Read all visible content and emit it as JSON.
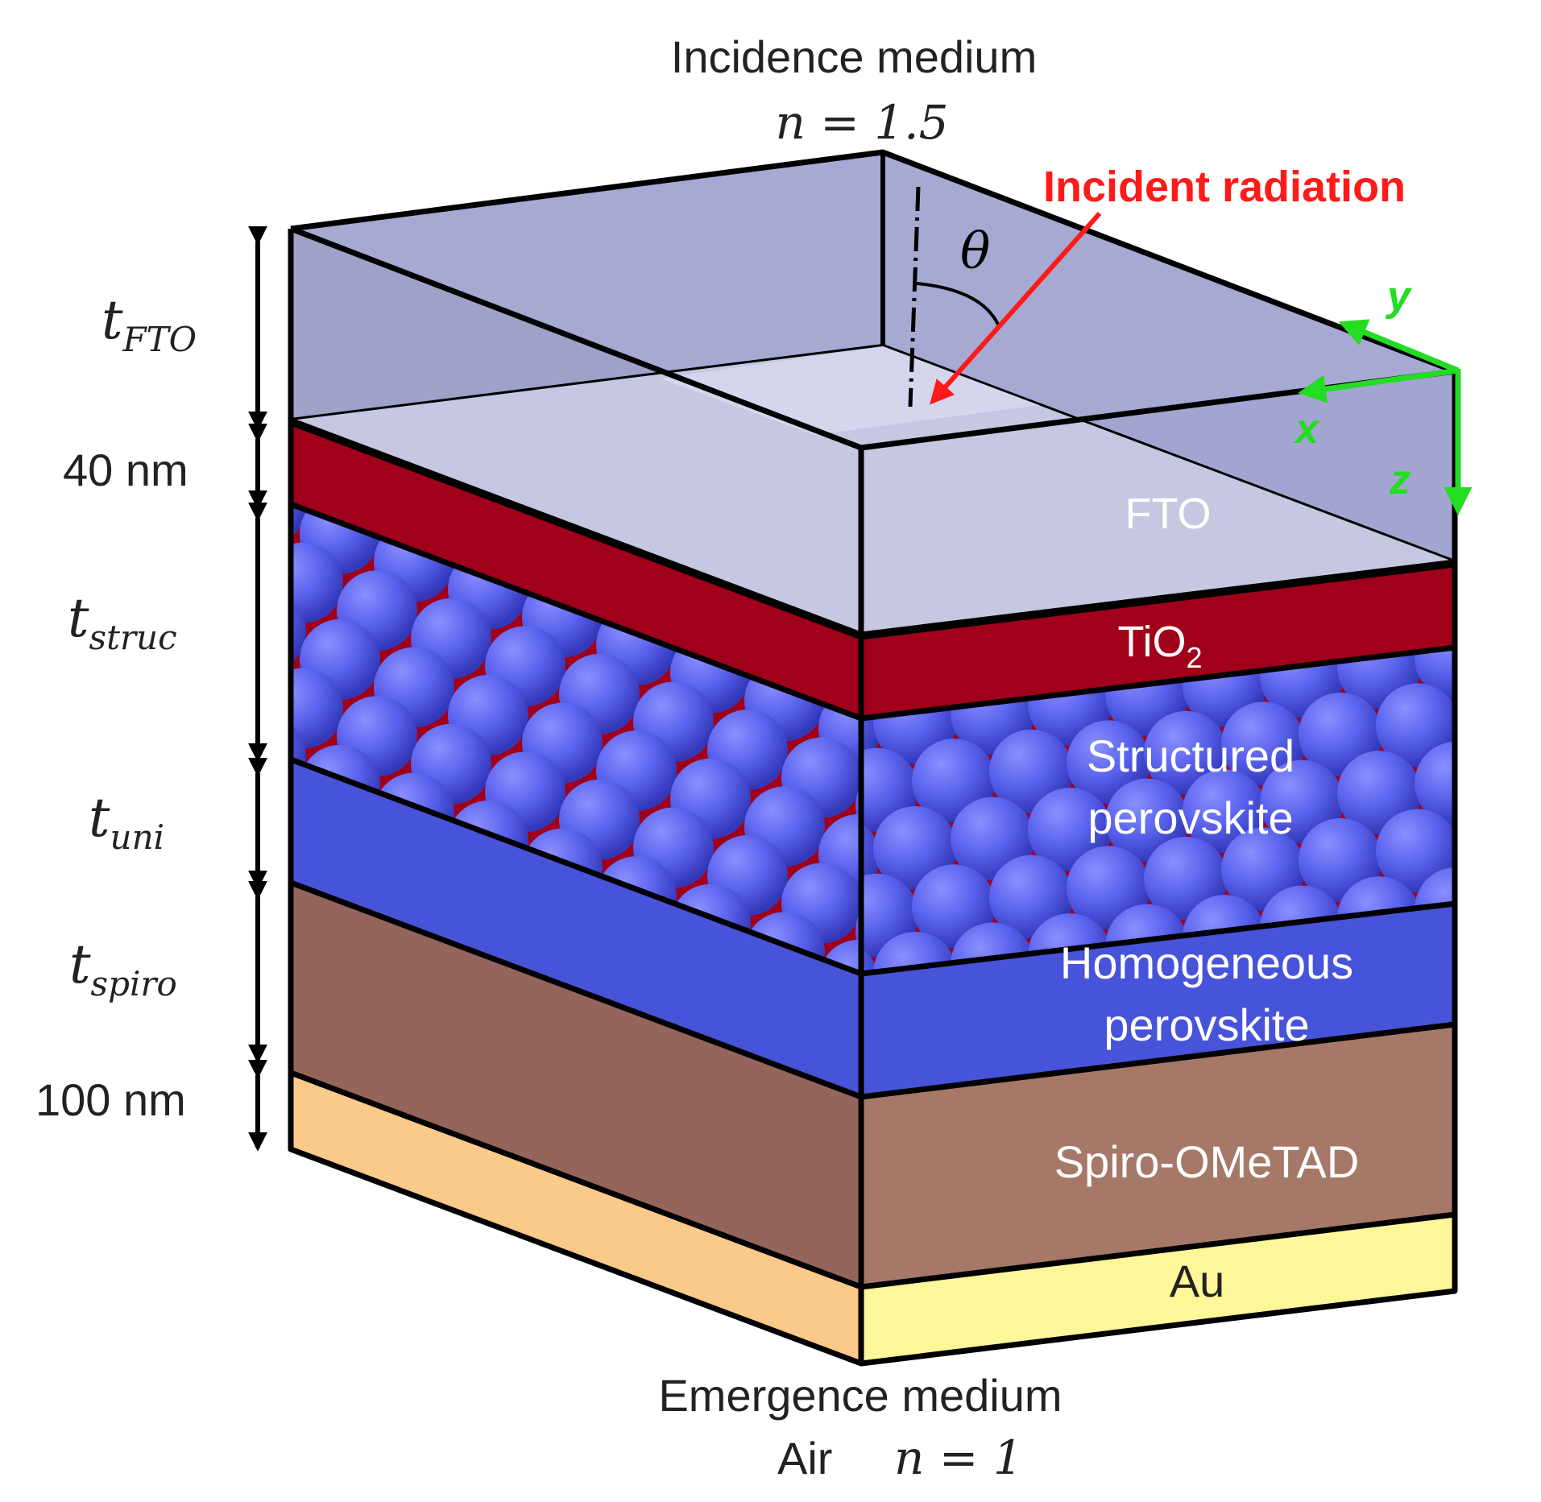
{
  "top_medium": {
    "title": "Incidence medium",
    "index": "n = 1.5"
  },
  "bottom_medium": {
    "title": "Emergence medium",
    "index_prefix": "Air",
    "index": "n = 1"
  },
  "radiation": {
    "label": "Incident radiation",
    "angle_symbol": "θ"
  },
  "axes": {
    "x": "x",
    "y": "y",
    "z": "z"
  },
  "layers": {
    "fto": "FTO",
    "tio2": "TiO",
    "tio2_subscript": "2",
    "structured_line1": "Structured",
    "structured_line2": "perovskite",
    "homogeneous_line1": "Homogeneous",
    "homogeneous_line2": "perovskite",
    "spiro": "Spiro-OMeTAD",
    "au": "Au"
  },
  "thickness_labels": {
    "fto": {
      "base": "t",
      "sub": "FTO"
    },
    "tio2": "40 nm",
    "struc": {
      "base": "t",
      "sub": "struc"
    },
    "uni": {
      "base": "t",
      "sub": "uni"
    },
    "spiro": {
      "base": "t",
      "sub": "spiro"
    },
    "au": "100 nm"
  },
  "colors": {
    "fto_top": "#a3a7cf",
    "fto_front": "#c8cadf",
    "fto_left": "#9fa2c7",
    "tio2": "#a0001a",
    "perovskite": "#4753d9",
    "sphere": "#5a62f0",
    "spiro_front": "#a47565",
    "spiro_left": "#93635a",
    "au_front": "#fdf79a",
    "au_left": "#fbc98a",
    "radiation": "#ff1a1a",
    "axes": "#22dd22"
  }
}
